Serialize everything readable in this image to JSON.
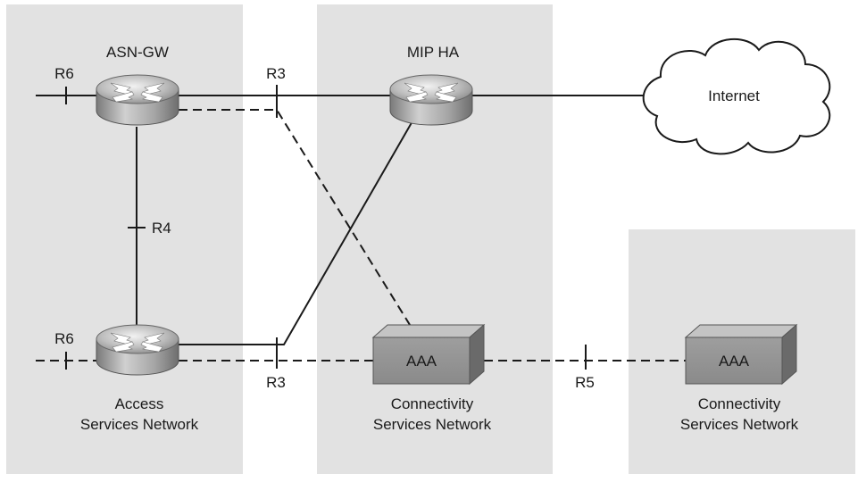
{
  "routers": {
    "asn_gw": "ASN-GW",
    "mip_ha": "MIP HA"
  },
  "cloud": {
    "label": "Internet"
  },
  "aaa": {
    "csn1": "AAA",
    "csn2": "AAA"
  },
  "reference_points": {
    "r6_top": "R6",
    "r6_bottom": "R6",
    "r3_top": "R3",
    "r3_bottom": "R3",
    "r4": "R4",
    "r5": "R5"
  },
  "regions": {
    "asn": [
      "Access",
      "Services Network"
    ],
    "csn1": [
      "Connectivity",
      "Services Network"
    ],
    "csn2": [
      "Connectivity",
      "Services Network"
    ]
  },
  "colors": {
    "region_fill": "#e2e2e2",
    "line": "#1a1a1a"
  }
}
